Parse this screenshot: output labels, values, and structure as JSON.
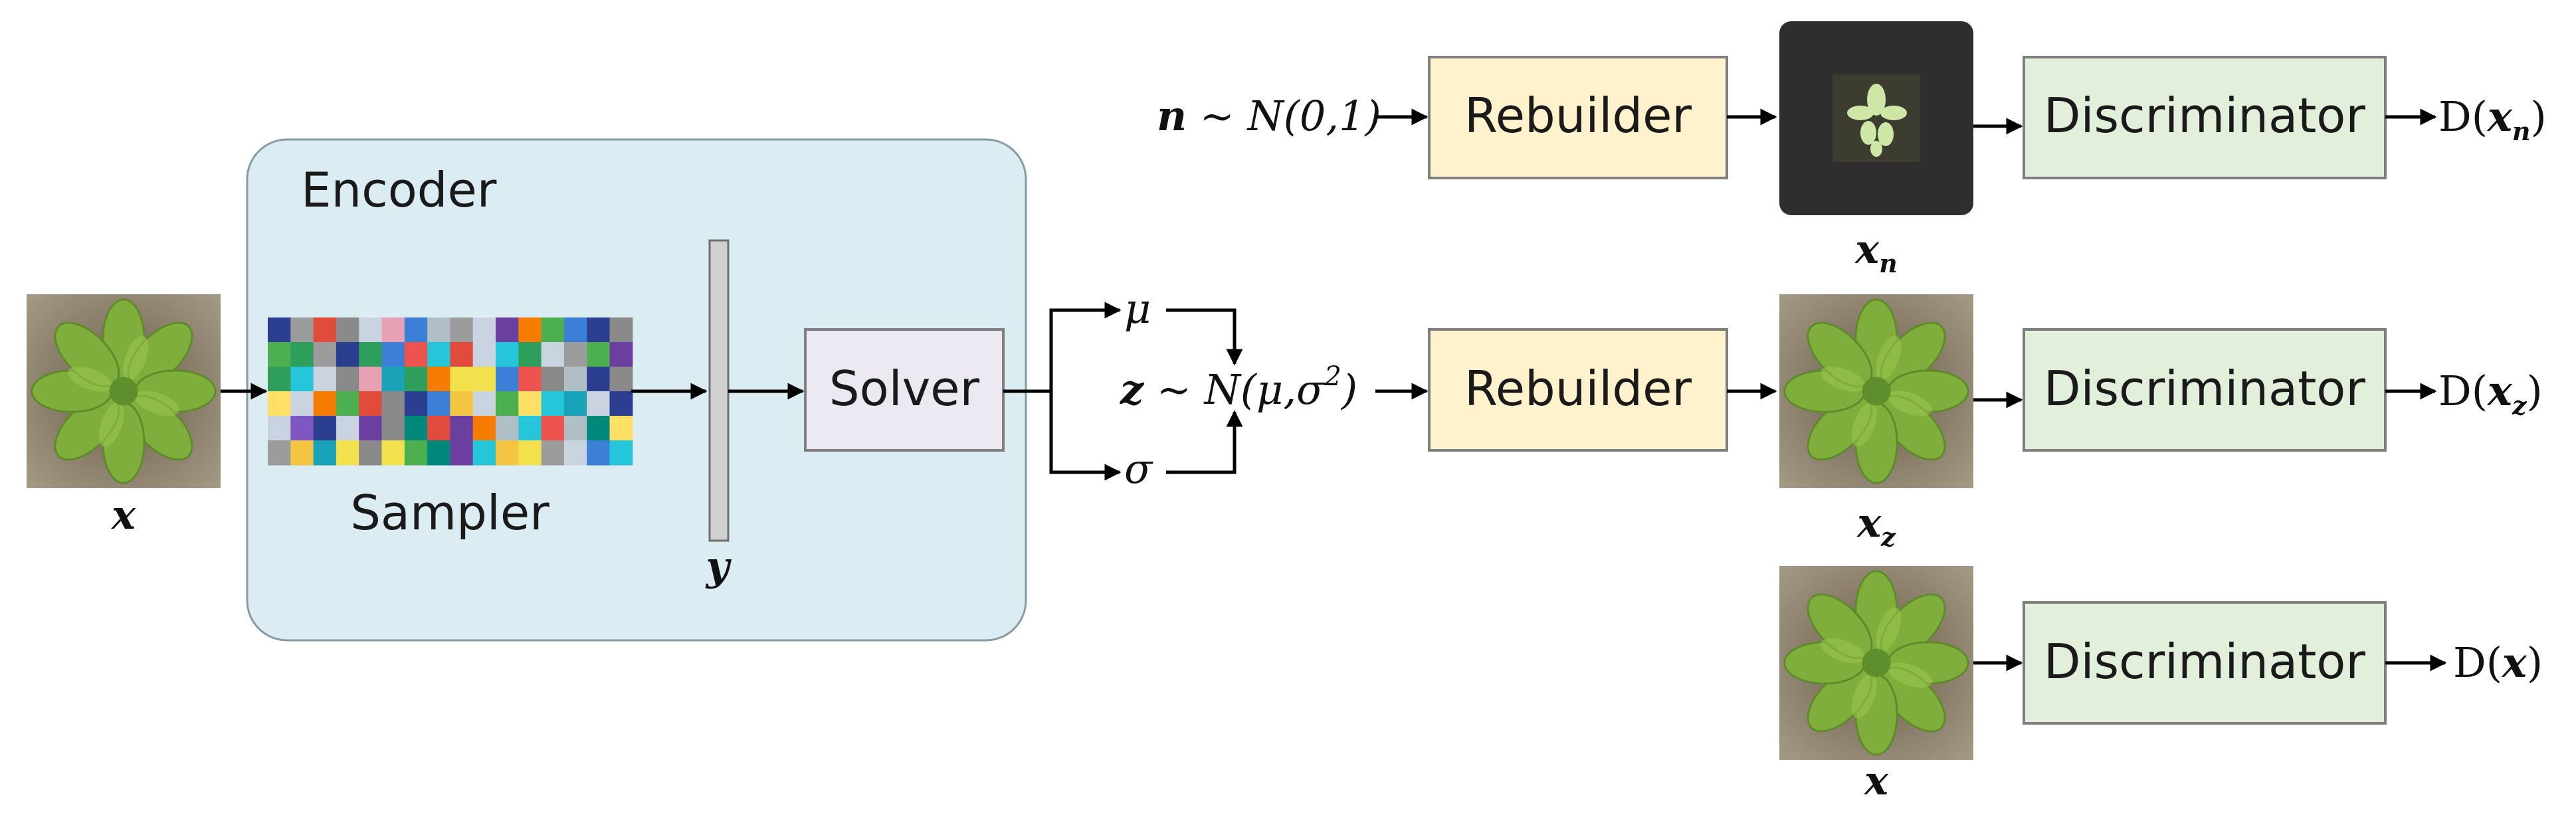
{
  "colors": {
    "encoder_fill": "#dbedf3",
    "encoder_stroke": "#8a9aa3",
    "rebuilder_fill": "#fff2cc",
    "discriminator_fill": "#e2efda",
    "solver_fill": "#ece9f2",
    "bar_fill": "#d0d0d0",
    "box_stroke": "#7f7f7f",
    "plant_leaf": "#7cab3c",
    "plant_bg": "#9e9480",
    "noise_bg": "#2b2b2b"
  },
  "encoder": {
    "title": "Encoder",
    "sampler_label": "Sampler",
    "solver_label": "Solver"
  },
  "labels": {
    "input_x": "x",
    "y": "y",
    "mu": "μ",
    "sigma": "σ",
    "noise_formula": {
      "n": "n",
      "rest": " ~ N(0,1)"
    },
    "latent_formula": {
      "z": "z",
      "rest": " ~ N(μ,σ",
      "sup": "2",
      "close": ")"
    }
  },
  "rows": [
    {
      "rebuilder": "Rebuilder",
      "image_var": "x",
      "image_sub": "n",
      "discriminator": "Discriminator",
      "out_pre": "D(",
      "out_var": "x",
      "out_sub": "n",
      "out_post": ")"
    },
    {
      "rebuilder": "Rebuilder",
      "image_var": "x",
      "image_sub": "z",
      "discriminator": "Discriminator",
      "out_pre": "D(",
      "out_var": "x",
      "out_sub": "z",
      "out_post": ")"
    },
    {
      "image_var": "x",
      "discriminator": "Discriminator",
      "out_pre": "D(",
      "out_var": "x",
      "out_sub": "",
      "out_post": ")"
    }
  ],
  "icons": {
    "plant": "plant-photo-icon",
    "noise": "noise-image-icon",
    "sampler_grid": "color-grid-icon"
  }
}
